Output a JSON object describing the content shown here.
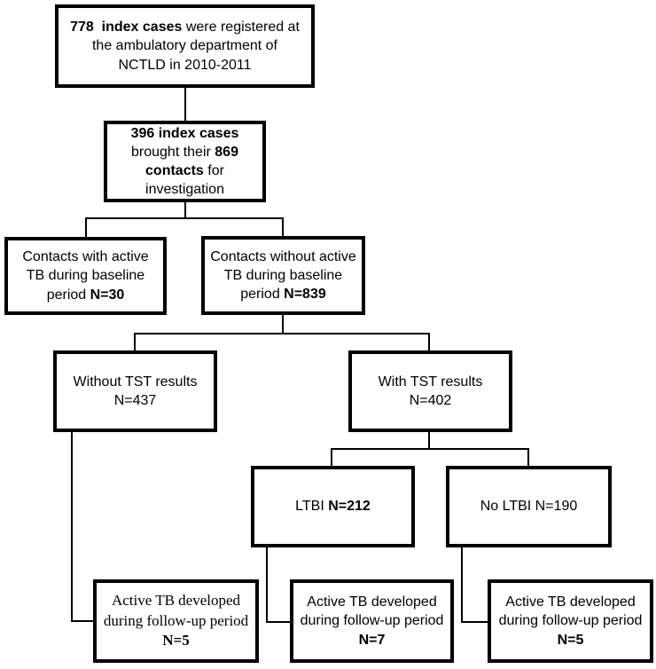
{
  "figure": {
    "background_color": "#ffffff",
    "box_border_color": "#000000",
    "line_color": "#000000",
    "type": "flowchart"
  },
  "boxes": {
    "registered": {
      "lines": [
        {
          "segments": [
            {
              "text": "778  index cases",
              "bold": true
            },
            {
              "text": " were registered at",
              "bold": false
            }
          ]
        },
        {
          "segments": [
            {
              "text": "the ambulatory department of",
              "bold": false
            }
          ]
        },
        {
          "segments": [
            {
              "text": "NCTLD in 2010-2011",
              "bold": false
            }
          ]
        }
      ]
    },
    "brought": {
      "lines": [
        {
          "segments": [
            {
              "text": "396 index cases",
              "bold": true
            }
          ]
        },
        {
          "segments": [
            {
              "text": "brought their ",
              "bold": false
            },
            {
              "text": "869",
              "bold": true
            }
          ]
        },
        {
          "segments": [
            {
              "text": "contacts",
              "bold": true
            },
            {
              "text": " for",
              "bold": false
            }
          ]
        },
        {
          "segments": [
            {
              "text": "investigation",
              "bold": false
            }
          ]
        }
      ]
    },
    "active_tb_baseline": {
      "lines": [
        {
          "segments": [
            {
              "text": "Contacts with active",
              "bold": false
            }
          ]
        },
        {
          "segments": [
            {
              "text": "TB during baseline",
              "bold": false
            }
          ]
        },
        {
          "segments": [
            {
              "text": "period ",
              "bold": false
            },
            {
              "text": "N=30",
              "bold": true
            }
          ]
        }
      ]
    },
    "no_active_tb_baseline": {
      "lines": [
        {
          "segments": [
            {
              "text": "Contacts without active",
              "bold": false
            }
          ]
        },
        {
          "segments": [
            {
              "text": "TB during baseline",
              "bold": false
            }
          ]
        },
        {
          "segments": [
            {
              "text": "period ",
              "bold": false
            },
            {
              "text": "N=839",
              "bold": true
            }
          ]
        }
      ]
    },
    "without_tst": {
      "lines": [
        {
          "segments": [
            {
              "text": "Without TST results",
              "bold": false
            }
          ]
        },
        {
          "segments": [
            {
              "text": "N=437",
              "bold": false
            }
          ]
        }
      ]
    },
    "with_tst": {
      "lines": [
        {
          "segments": [
            {
              "text": "With TST results",
              "bold": false
            }
          ]
        },
        {
          "segments": [
            {
              "text": "N=402",
              "bold": false
            }
          ]
        }
      ]
    },
    "ltbi": {
      "lines": [
        {
          "segments": [
            {
              "text": "LTBI ",
              "bold": false
            },
            {
              "text": "N=212",
              "bold": true
            }
          ]
        }
      ]
    },
    "no_ltbi": {
      "lines": [
        {
          "segments": [
            {
              "text": "No LTBI N=190",
              "bold": false
            }
          ]
        }
      ]
    },
    "followup_without_tst": {
      "lines": [
        {
          "segments": [
            {
              "text": "Active TB developed",
              "bold": false
            }
          ]
        },
        {
          "segments": [
            {
              "text": "during follow-up period",
              "bold": false
            }
          ]
        },
        {
          "segments": [
            {
              "text": "N=5",
              "bold": true
            }
          ]
        }
      ]
    },
    "followup_ltbi": {
      "lines": [
        {
          "segments": [
            {
              "text": "Active TB developed",
              "bold": false
            }
          ]
        },
        {
          "segments": [
            {
              "text": "during follow-up period",
              "bold": false
            }
          ]
        },
        {
          "segments": [
            {
              "text": "N=7",
              "bold": true
            }
          ]
        }
      ]
    },
    "followup_no_ltbi": {
      "lines": [
        {
          "segments": [
            {
              "text": "Active TB developed",
              "bold": false
            }
          ]
        },
        {
          "segments": [
            {
              "text": "during follow-up period",
              "bold": false
            }
          ]
        },
        {
          "segments": [
            {
              "text": "N=5",
              "bold": true
            }
          ]
        }
      ]
    }
  }
}
